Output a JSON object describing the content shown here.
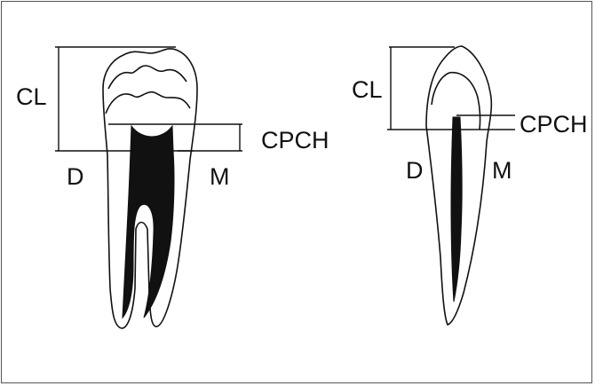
{
  "left_tooth": {
    "cl_label": "CL",
    "cpch_label": "CPCH",
    "distal_label": "D",
    "mesial_label": "M"
  },
  "right_tooth": {
    "cl_label": "CL",
    "cpch_label": "CPCH",
    "distal_label": "D",
    "mesial_label": "M"
  },
  "colors": {
    "outline": "#111111",
    "pulp": "#111111",
    "background": "#ffffff"
  }
}
